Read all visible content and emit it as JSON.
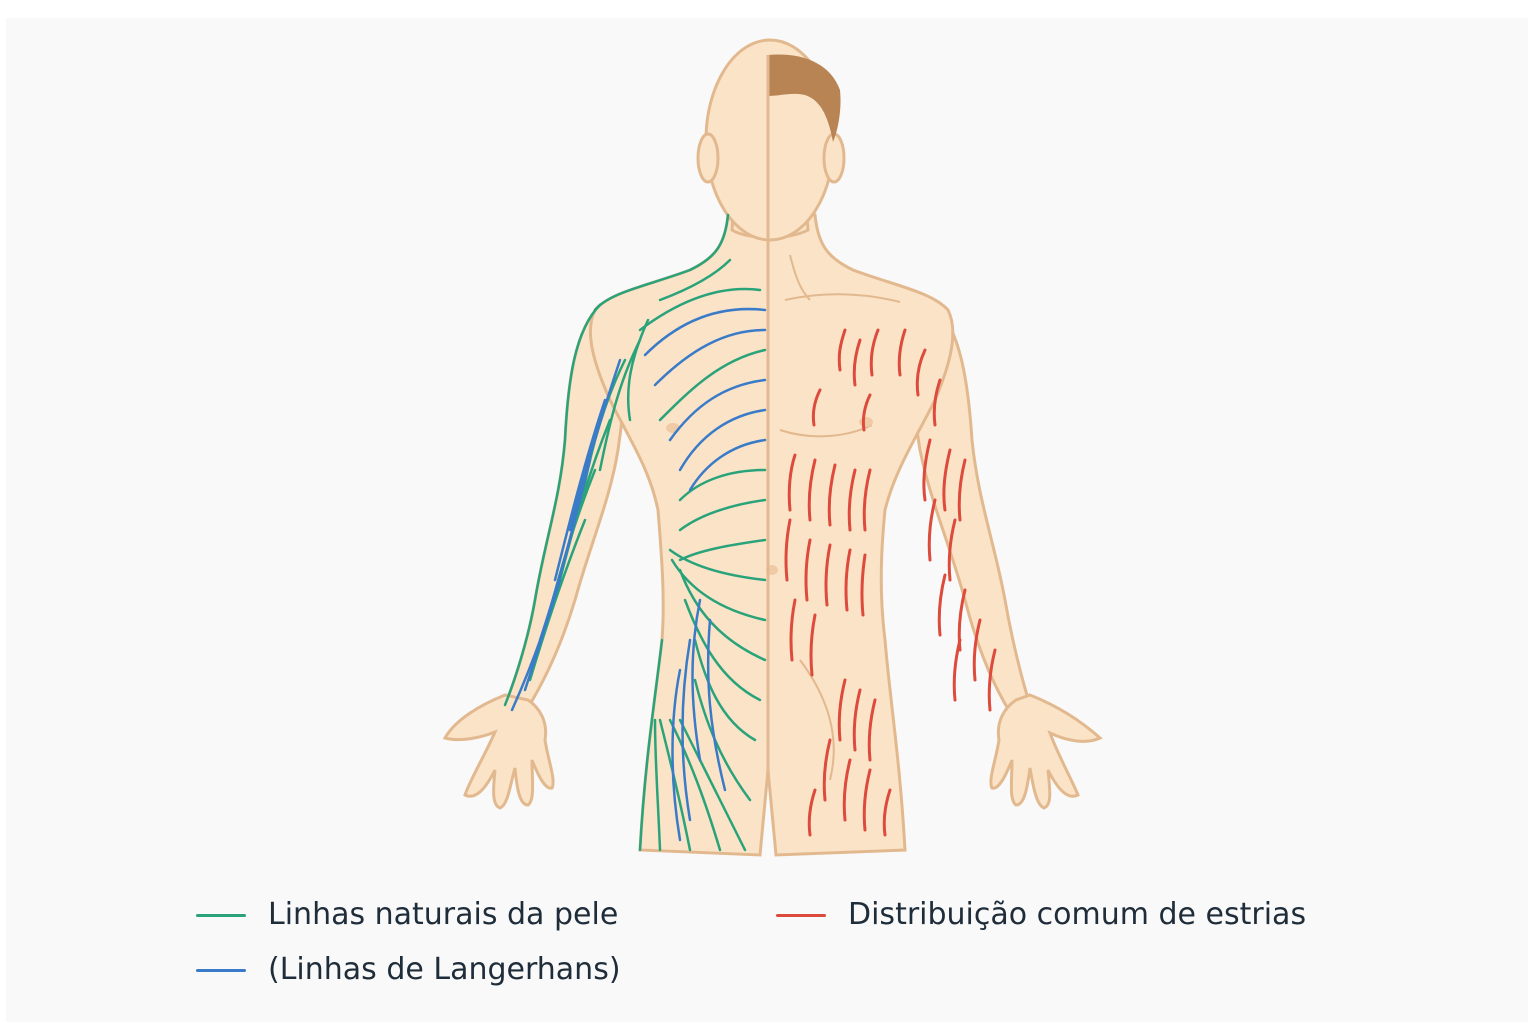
{
  "colors": {
    "background": "#f9f9f9",
    "skin": "#fbe3c8",
    "outline": "#e2b98f",
    "hair": "#b88454",
    "natural_lines": "#2aa37a",
    "langer_lines": "#3a7bc8",
    "stretch_marks": "#dc4b3c",
    "text": "#1f2d3a"
  },
  "legend": {
    "natural_lines": {
      "label": "Linhas naturais da pele",
      "color": "#2aa37a"
    },
    "langer_lines": {
      "label": "(Linhas de Langerhans)",
      "color": "#3a7bc8"
    },
    "stretch_marks": {
      "label": "Distribuição comum de estrias",
      "color": "#dc4b3c"
    }
  }
}
